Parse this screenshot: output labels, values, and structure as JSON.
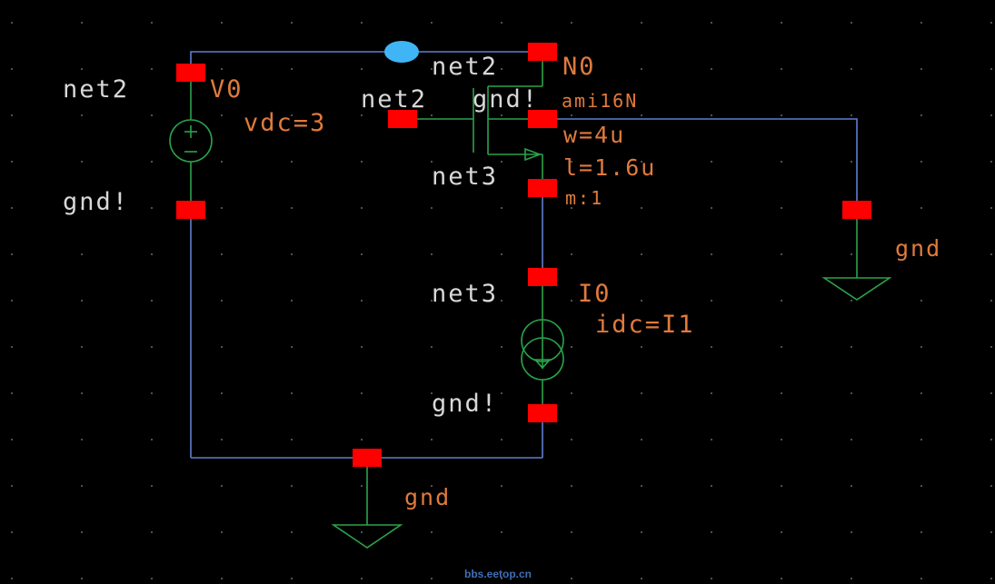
{
  "schematic": {
    "labels": {
      "v0_top_net": "net2",
      "v0_name": "V0",
      "v0_param": "vdc=3",
      "v0_bottom_net": "gnd!",
      "n0_drain_net": "net2",
      "n0_name": "N0",
      "n0_gate_net": "net2",
      "n0_bulk_net": "gnd!",
      "n0_model": "ami16N",
      "n0_w": "w=4u",
      "n0_l": "l=1.6u",
      "n0_m": "m:1",
      "n0_source_net": "net3",
      "i0_top_net": "net3",
      "i0_name": "I0",
      "i0_param": "idc=I1",
      "i0_bottom_net": "gnd!",
      "gnd_right": "gnd",
      "gnd_bottom": "gnd"
    },
    "watermark": "bbs.eetop.cn",
    "colors": {
      "background": "#000000",
      "wire": "#5f7fcf",
      "symbol": "#2aa34a",
      "pin": "#ff0000",
      "net_label": "#d8d8d8",
      "instance_label": "#e07a3c",
      "selection_dot": "#3fb5f5"
    }
  }
}
